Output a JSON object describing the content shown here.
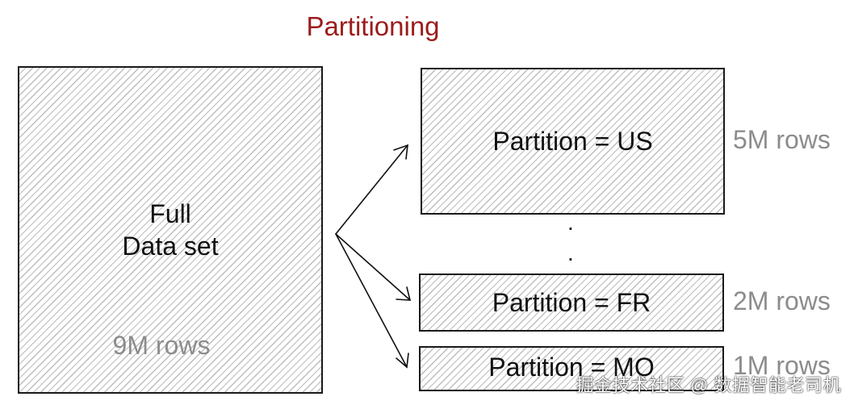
{
  "diagram": {
    "title": "Partitioning",
    "full_dataset": {
      "label_line1": "Full",
      "label_line2": "Data set",
      "rows": "9M rows"
    },
    "partitions": [
      {
        "label": "Partition = US",
        "rows": "5M rows"
      },
      {
        "label": "Partition = FR",
        "rows": "2M rows"
      },
      {
        "label": "Partition = MO",
        "rows": "1M rows"
      }
    ],
    "ellipsis": [
      ".",
      "."
    ]
  },
  "watermark": "掘金技术社区 @ 数据智能老司机"
}
